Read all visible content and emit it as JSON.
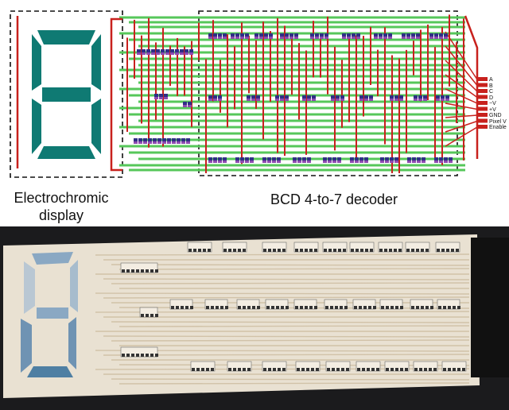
{
  "labels": {
    "display": [
      "Electrochromic",
      "display"
    ],
    "decoder": "BCD 4-to-7 decoder"
  },
  "pins": [
    "A",
    "B",
    "C",
    "D",
    "−V",
    "+V",
    "GND",
    "Pixel V",
    "Enable"
  ],
  "colors": {
    "segment_top": "#0f7a73",
    "segment_bottom": "#4f7fa3",
    "trace_green": "#56c75a",
    "trace_red": "#c8211d",
    "transistor_blue": "#2f2f86",
    "transistor_purple": "#8c4ab0",
    "photo_substrate": "#e9e1d2"
  },
  "icons": [
    "seven-segment-digit-icon",
    "transistor-cluster-icon",
    "connector-pad-icon"
  ]
}
